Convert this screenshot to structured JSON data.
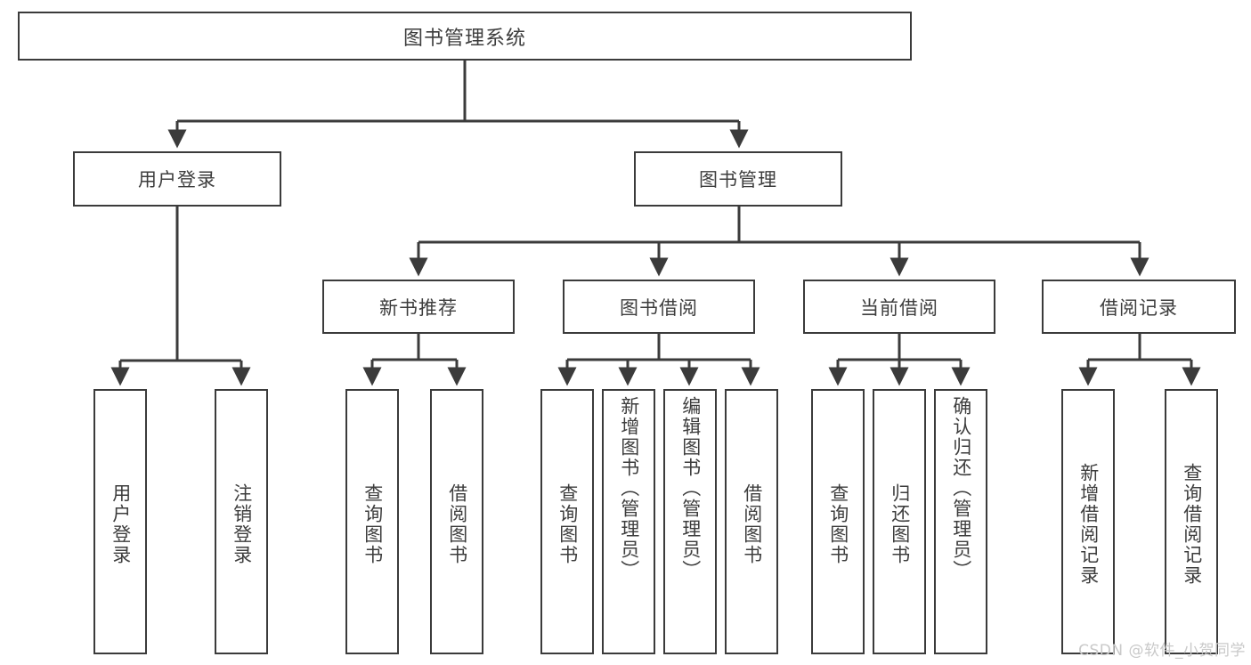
{
  "diagram": {
    "title": "图书管理系统",
    "watermark": "CSDN @软件_小贺同学",
    "line_color": "#3b3b3b",
    "text_color": "#3d3d3d",
    "background": "#ffffff",
    "root": {
      "label": "图书管理系统"
    },
    "level2": [
      {
        "label": "用户登录"
      },
      {
        "label": "图书管理"
      }
    ],
    "level3": [
      {
        "label": "新书推荐"
      },
      {
        "label": "图书借阅"
      },
      {
        "label": "当前借阅"
      },
      {
        "label": "借阅记录"
      }
    ],
    "leaves": [
      {
        "label": "用户登录"
      },
      {
        "label": "注销登录"
      },
      {
        "label": "查询图书"
      },
      {
        "label": "借阅图书"
      },
      {
        "label": "查询图书"
      },
      {
        "label": "新增图书（管理员）"
      },
      {
        "label": "编辑图书（管理员）"
      },
      {
        "label": "借阅图书"
      },
      {
        "label": "查询图书"
      },
      {
        "label": "归还图书"
      },
      {
        "label": "确认归还（管理员）"
      },
      {
        "label": "新增借阅记录"
      },
      {
        "label": "查询借阅记录"
      }
    ]
  }
}
